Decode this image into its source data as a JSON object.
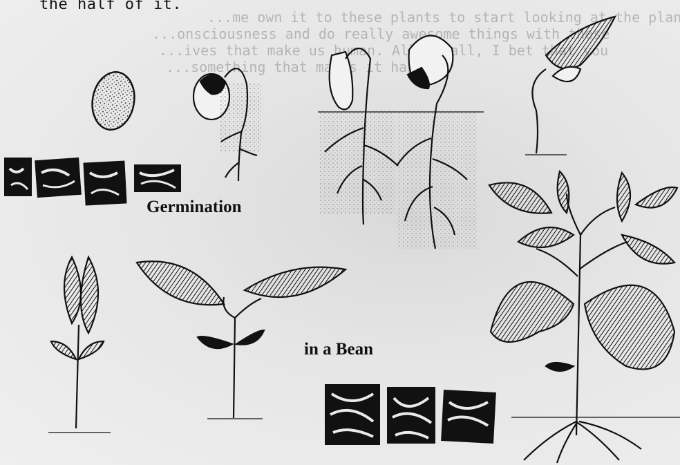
{
  "heading_fragment": "the half of it.",
  "title_primary": "Germination",
  "title_secondary": "in a Bean",
  "bleed_through_text": [
    "...me own it to these plants to start looking at the plant",
    "...onsciousness and do really awesome things with these",
    "...ives that make us human. All in all, I bet that you",
    "...something that makes it happen."
  ],
  "colors": {
    "ink": "#111111",
    "paper": "#e9e9e9",
    "ghost_text": "#8d8d8d"
  }
}
